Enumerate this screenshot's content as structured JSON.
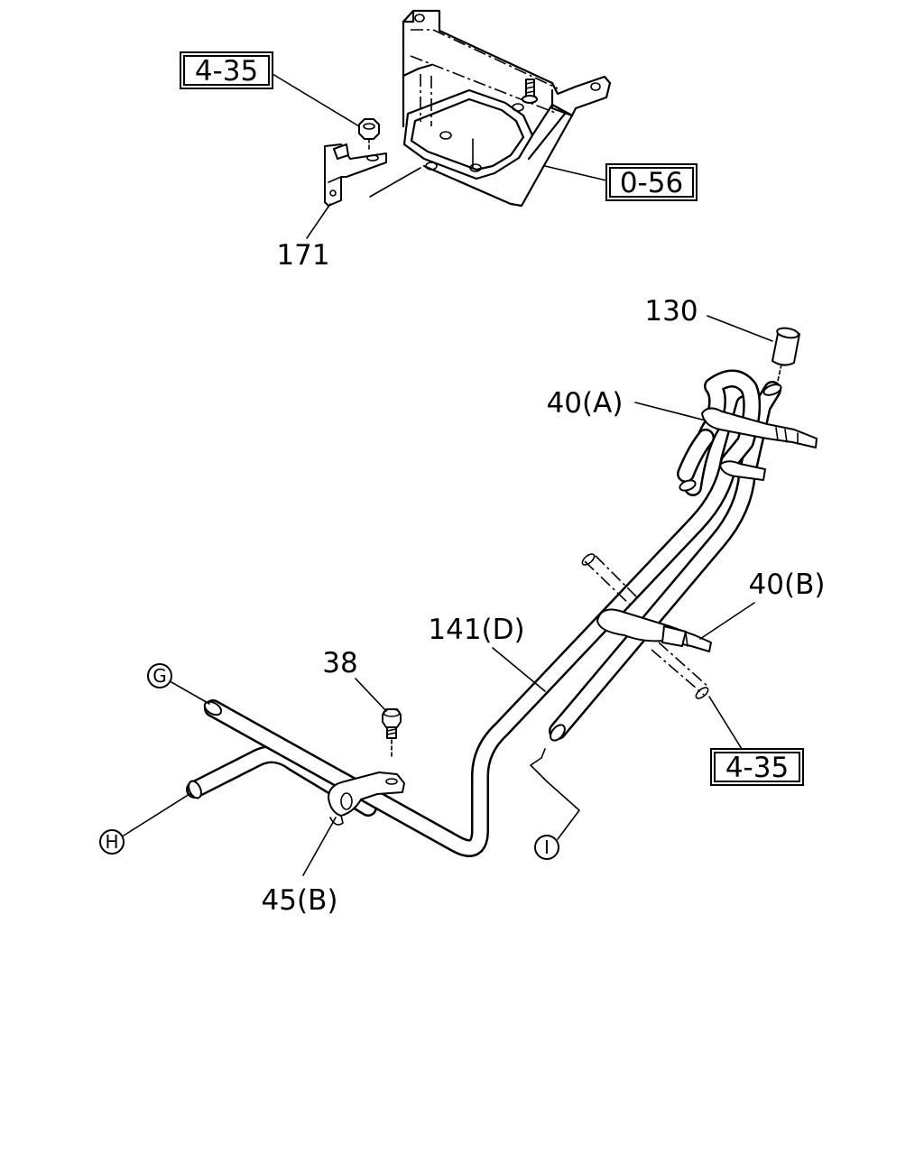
{
  "diagram": {
    "refs": {
      "ref_4_35_top": "4-35",
      "ref_0_56": "0-56",
      "ref_4_35_bottom": "4-35"
    },
    "parts": {
      "p171": "171",
      "p130": "130",
      "p40a": "40(A)",
      "p40b": "40(B)",
      "p141d": "141(D)",
      "p38": "38",
      "p45b": "45(B)"
    },
    "connectors": {
      "g": "G",
      "h": "H",
      "i": "I"
    }
  }
}
